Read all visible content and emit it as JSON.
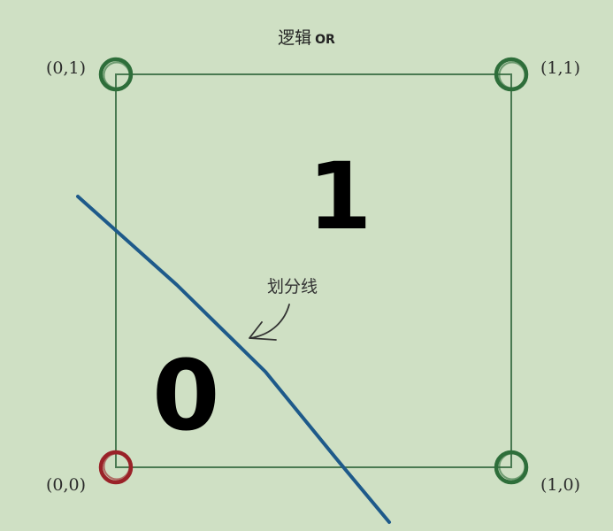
{
  "title": {
    "main": "逻辑",
    "suffix": "OR"
  },
  "corners": {
    "top_left": "(0,1)",
    "top_right": "(1,1)",
    "bottom_left": "(0,0)",
    "bottom_right": "(1,0)"
  },
  "regions": {
    "one": "1",
    "zero": "0"
  },
  "annotation": "划分线",
  "colors": {
    "background": "#cfe0c4",
    "square_stroke": "#4a7a52",
    "class_one_marker": "#2e6e3a",
    "class_zero_marker": "#9a2228",
    "divider_line": "#1e5a8a"
  },
  "points": [
    {
      "input": [
        0,
        0
      ],
      "output": 0
    },
    {
      "input": [
        0,
        1
      ],
      "output": 1
    },
    {
      "input": [
        1,
        0
      ],
      "output": 1
    },
    {
      "input": [
        1,
        1
      ],
      "output": 1
    }
  ]
}
